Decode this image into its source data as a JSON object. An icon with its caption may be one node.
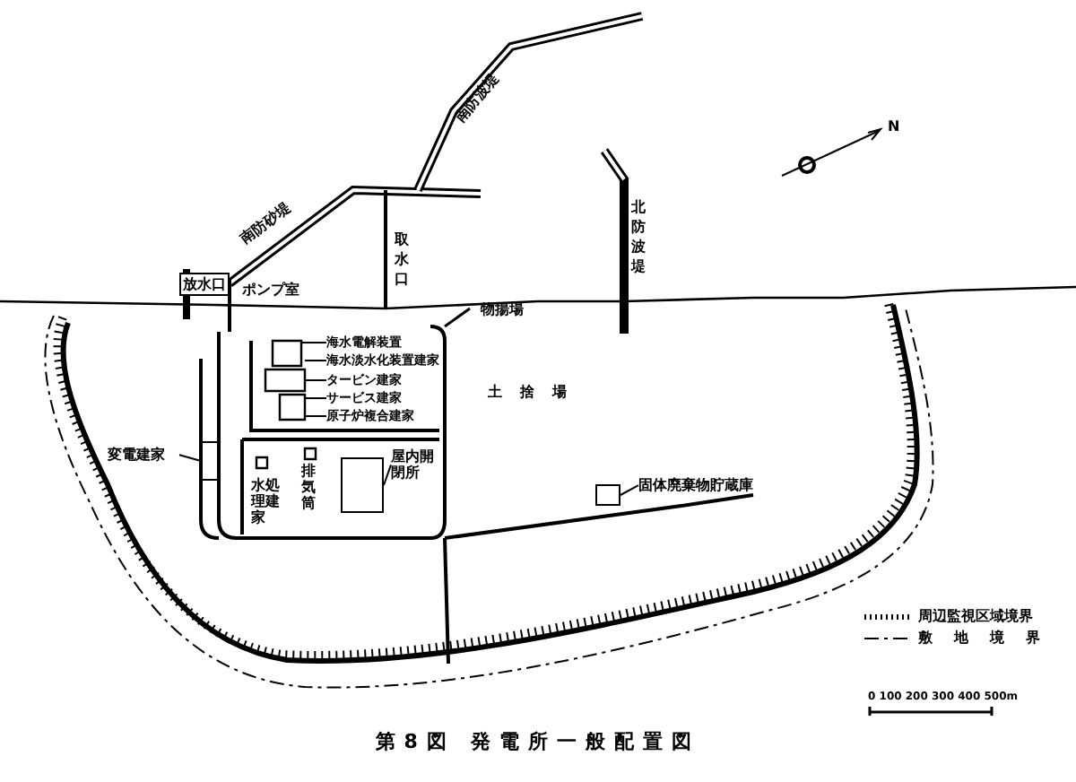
{
  "diagram": {
    "caption": "第8図 発電所一般配置図",
    "nodes": [
      {
        "text": [
          "放水口"
        ]
      },
      {
        "text": [
          "屋内開閉所"
        ]
      },
      {
        "text": [],
        "shape": "box"
      },
      {
        "text": [
          "固体廃棄物貯蔵庫"
        ]
      },
      {
        "text": [],
        "shape": "box"
      },
      {
        "text": [
          "変電建家"
        ]
      },
      {
        "text": [],
        "shape": "box"
      },
      {
        "text": [
          "海水電解装置"
        ]
      },
      {
        "text": [
          "海水淡水化装置建家"
        ]
      },
      {
        "text": [
          "タービン建家"
        ]
      },
      {
        "text": [
          "サービス建家"
        ]
      },
      {
        "text": [
          "原子炉複合建家"
        ]
      }
    ],
    "edges": [
      {
        "from": 1,
        "to": 2,
        "arrow": "none"
      },
      {
        "from": 3,
        "to": 4,
        "arrow": "none"
      },
      {
        "from": 5,
        "to": 6,
        "arrow": "none"
      },
      {
        "from": 7,
        "to": null,
        "arrow": "none"
      },
      {
        "from": 8,
        "to": null,
        "arrow": "none"
      },
      {
        "from": 9,
        "to": null,
        "arrow": "none"
      },
      {
        "from": 10,
        "to": null,
        "arrow": "none"
      },
      {
        "from": 11,
        "to": null,
        "arrow": "none"
      }
    ],
    "labels": [
      "南防波堤",
      "南防砂堤",
      "N",
      "北防波堤",
      "取水口",
      "ポンプ室",
      "物揚場",
      "土捨場",
      "水処理建家",
      "排気筒",
      "0 100 200 300 400 500m"
    ],
    "legend": [
      {
        "text": "周辺監視区域境界"
      },
      {
        "text": "敷地境界"
      }
    ]
  }
}
